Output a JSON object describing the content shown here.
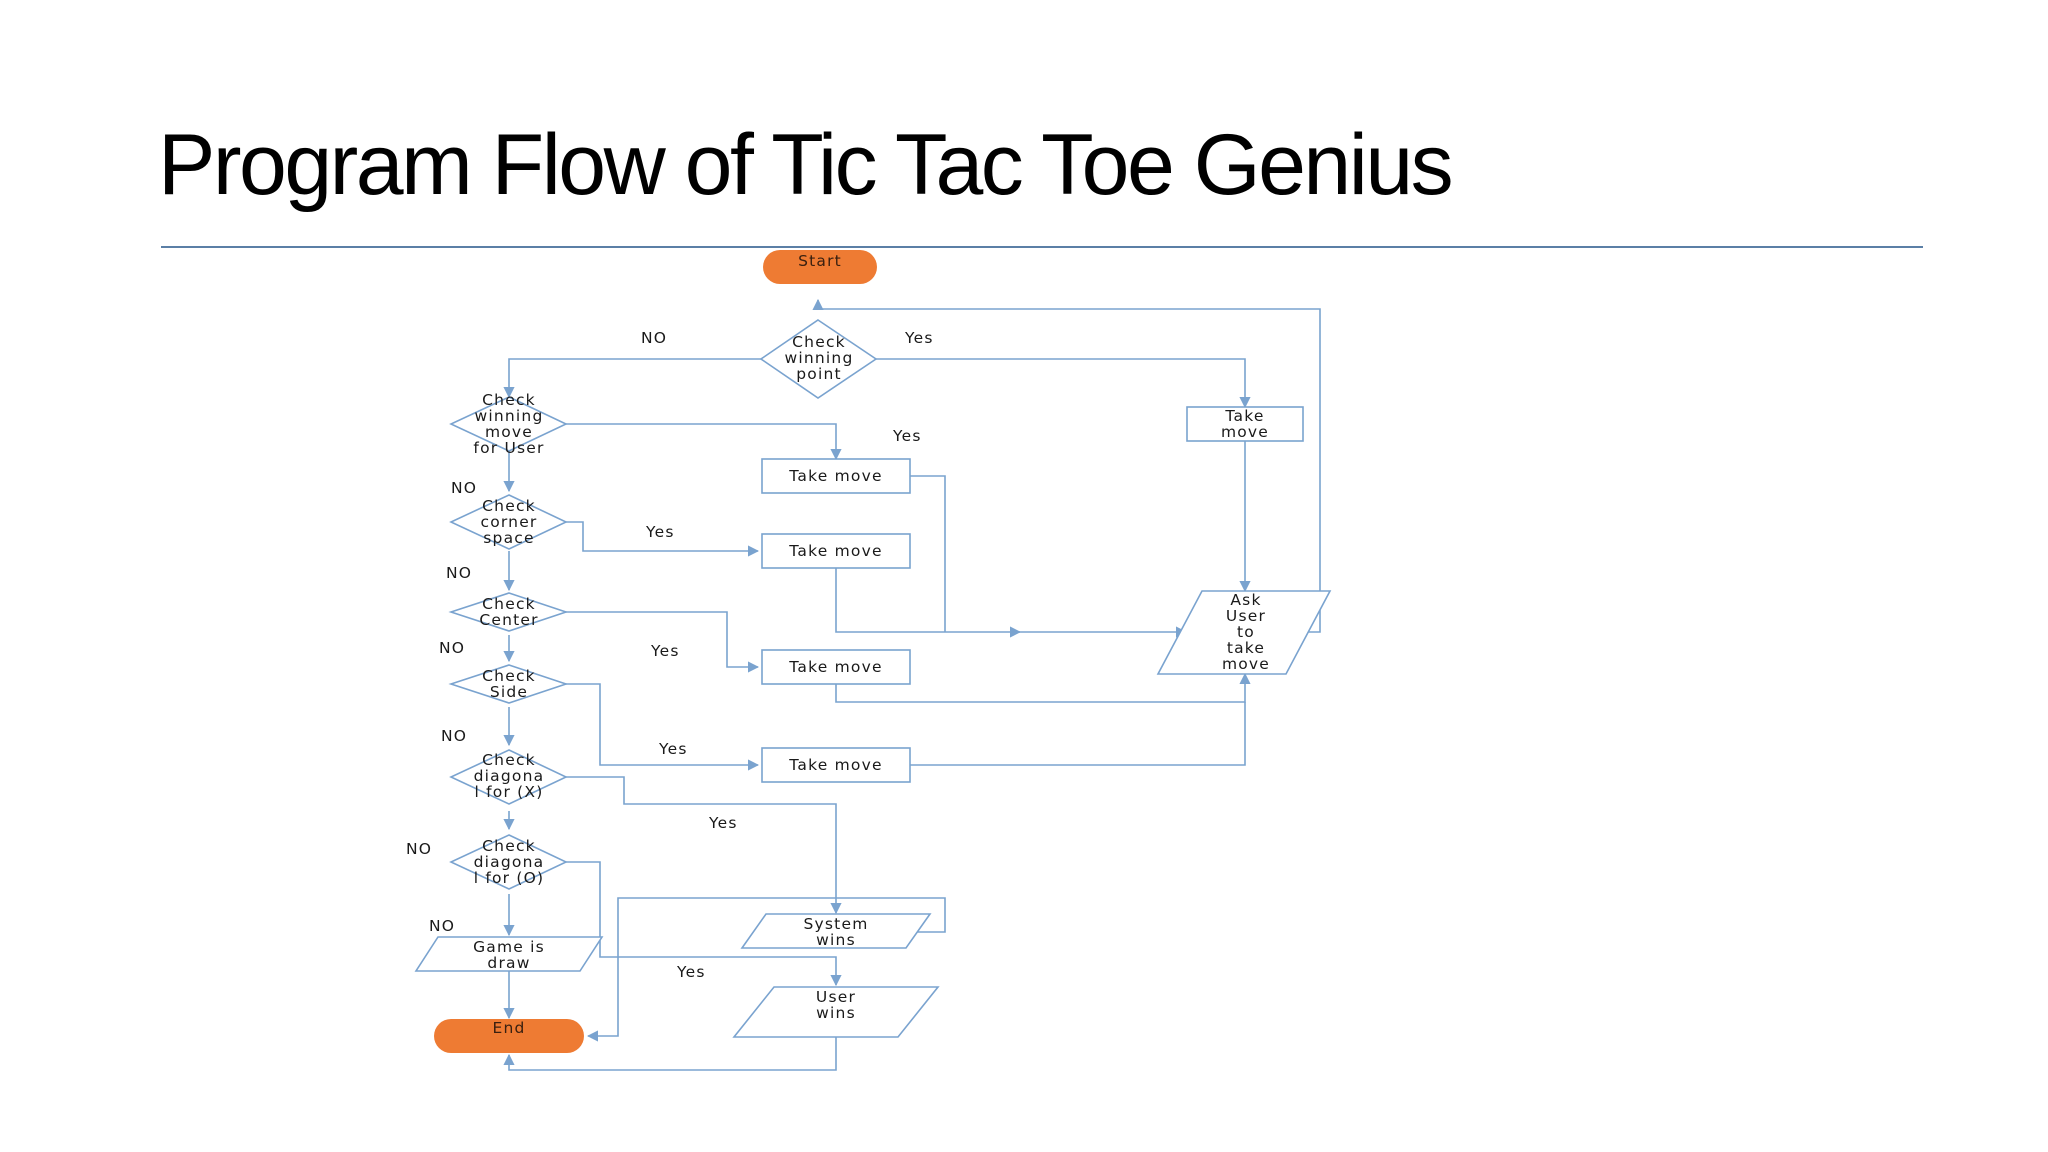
{
  "slide": {
    "title": "Program Flow of Tic Tac Toe Genius"
  },
  "colors": {
    "terminal_fill": "#ee7b33",
    "connector": "#7aa3cf",
    "rule": "#5b7fa6",
    "text": "#1a1a1a"
  },
  "flowchart": {
    "start": "Start",
    "end": "End",
    "decisions": {
      "check_winning_point": [
        "Check",
        "winning",
        "point"
      ],
      "check_winning_move_user": [
        "Check",
        "winning",
        "move",
        "for User"
      ],
      "check_corner_space": [
        "Check",
        "corner",
        "space"
      ],
      "check_center": [
        "Check",
        "Center"
      ],
      "check_side": [
        "Check",
        "Side"
      ],
      "check_diagonal_x": [
        "Check",
        "diagona",
        "l for (X)"
      ],
      "check_diagonal_o": [
        "Check",
        "diagona",
        "l for (O)"
      ]
    },
    "processes": {
      "take_move_top": [
        "Take",
        "move"
      ],
      "take_move_1": "Take move",
      "take_move_2": "Take move",
      "take_move_3": "Take move",
      "take_move_4": "Take move"
    },
    "io": {
      "ask_user": [
        "Ask",
        "User",
        "to",
        "take",
        "move"
      ],
      "game_draw": [
        "Game is",
        "draw"
      ],
      "system_wins": [
        "System",
        "wins"
      ],
      "user_wins": [
        "User",
        "wins"
      ]
    },
    "edge_labels": {
      "winning_point_no": "NO",
      "winning_point_yes": "Yes",
      "winning_move_yes": "Yes",
      "winning_move_no": "NO",
      "corner_yes": "Yes",
      "corner_no": "NO",
      "center_no": "NO",
      "center_yes": "Yes",
      "side_no": "NO",
      "side_yes": "Yes",
      "diag_x_yes": "Yes",
      "diag_o_no_left": "NO",
      "diag_o_no_bottom": "NO",
      "diag_o_yes": "Yes"
    }
  }
}
